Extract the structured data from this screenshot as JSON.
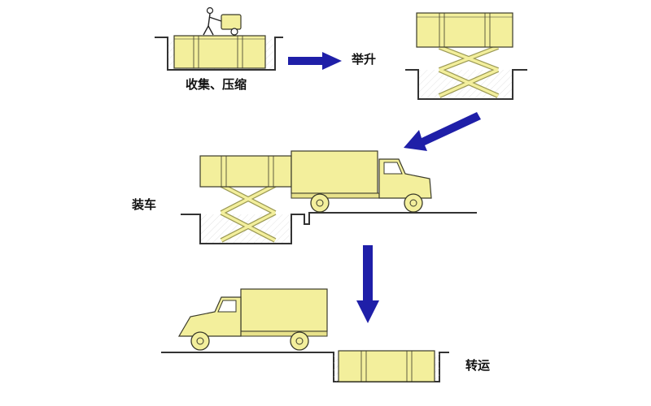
{
  "steps": {
    "collect": "收集、压缩",
    "lift": "举升",
    "load": "装车",
    "transport": "转运"
  },
  "colors": {
    "container_fill": "#f3ef9c",
    "container_stroke": "#3a3a2a",
    "arrow": "#1f1fa8",
    "ground": "#333333",
    "pit_fill": "#f7f7f7"
  }
}
